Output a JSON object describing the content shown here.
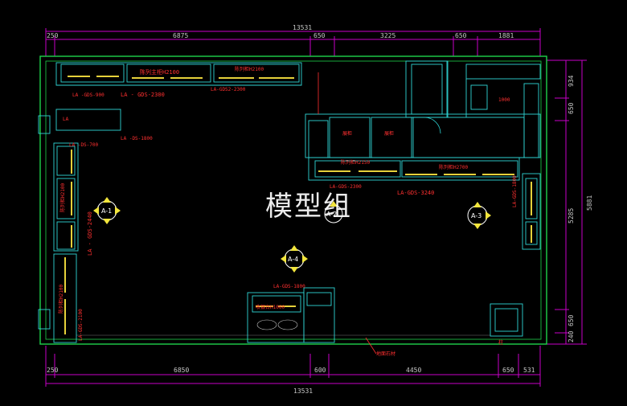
{
  "watermark": "模型组",
  "dims": {
    "top_total": "13531",
    "top": [
      "250",
      "6875",
      "650",
      "3225",
      "650",
      "1881"
    ],
    "bottom": [
      "250",
      "6850",
      "600",
      "4450",
      "650",
      "531"
    ],
    "bottom_total": "13531",
    "right": [
      "934",
      "650",
      "5285",
      "650",
      "240"
    ],
    "right_total": "5881"
  },
  "markers": [
    "A-1",
    "A-2",
    "A-3",
    "A-4"
  ],
  "labels": {
    "top_cab_1": "陈列主柜H2100",
    "top_cab_2": "陈列柜H2100",
    "la_gds_2300_a": "LA - GDS-2300",
    "la_gds2_2300": "LA-GDS2-2300",
    "la_gds_900": "LA -GDS-900",
    "left_counter": "LA",
    "la_gds_1800": "LA -DS-1800",
    "la_gds_700": "LA -DS-700",
    "left_shelf": "陈列柜H2100",
    "la_gds_2440": "LA - GDS-2440",
    "left_lower": "陈列柜H2100",
    "la_gds_2100": "LA-GDS-2100",
    "right_cab_1": "陈列柜H2150",
    "right_cab_2": "陈列柜H2700",
    "la_gds_2300_b": "LA-GDS-2300",
    "la_gds_3240": "LA-GDS-3240",
    "cabinet_a": "展柜",
    "cabinet_b": "展柜",
    "top_right_dim": "1000",
    "right_wall": "LA-GDS-1800",
    "bottom_counter": "LA-GDS-1800",
    "bottom_sub": "收银台H1000",
    "pillar": "柱",
    "floor_note": "地面石材"
  }
}
